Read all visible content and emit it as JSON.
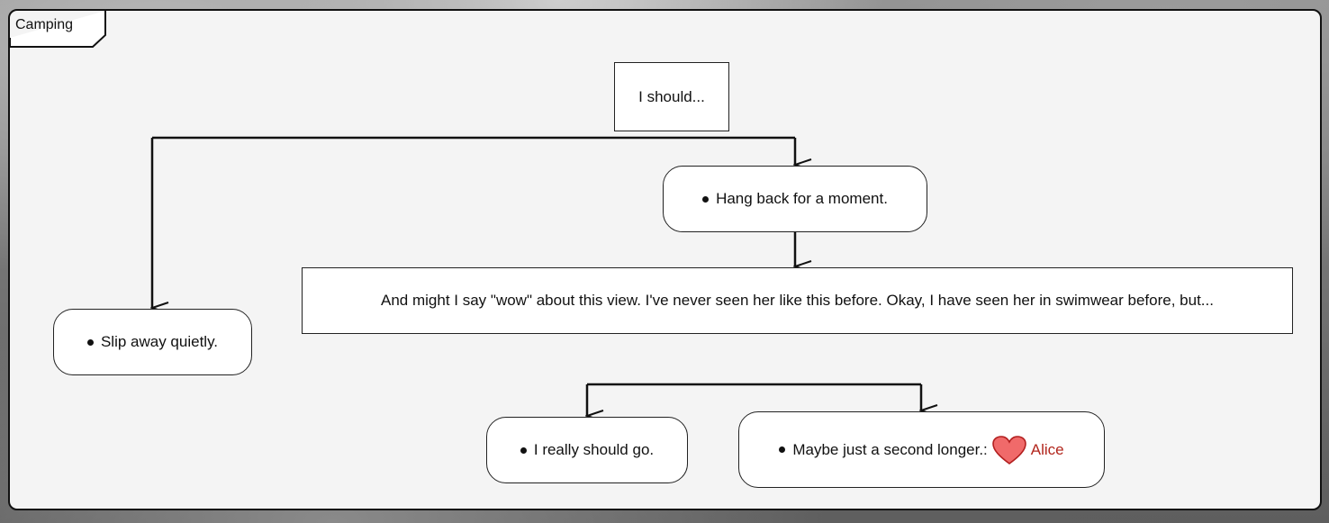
{
  "frame": {
    "title": "Camping"
  },
  "nodes": {
    "prompt": {
      "text": "I should..."
    },
    "hang_back": {
      "text": "Hang back for a moment."
    },
    "slip_away": {
      "text": "Slip away quietly."
    },
    "narration": {
      "text": "And might I say \"wow\" about this view. I've never seen her like this before. Okay, I have seen her in swimwear before, but..."
    },
    "really_go": {
      "text": "I really should go."
    },
    "second_longer": {
      "text": "Maybe just a second longer.:",
      "icon": "heart-icon",
      "character": "Alice"
    }
  },
  "colors": {
    "panel_bg": "#f4f4f4",
    "border": "#111111",
    "heart_fill": "#f06a6a",
    "character_name": "#b2261d"
  }
}
